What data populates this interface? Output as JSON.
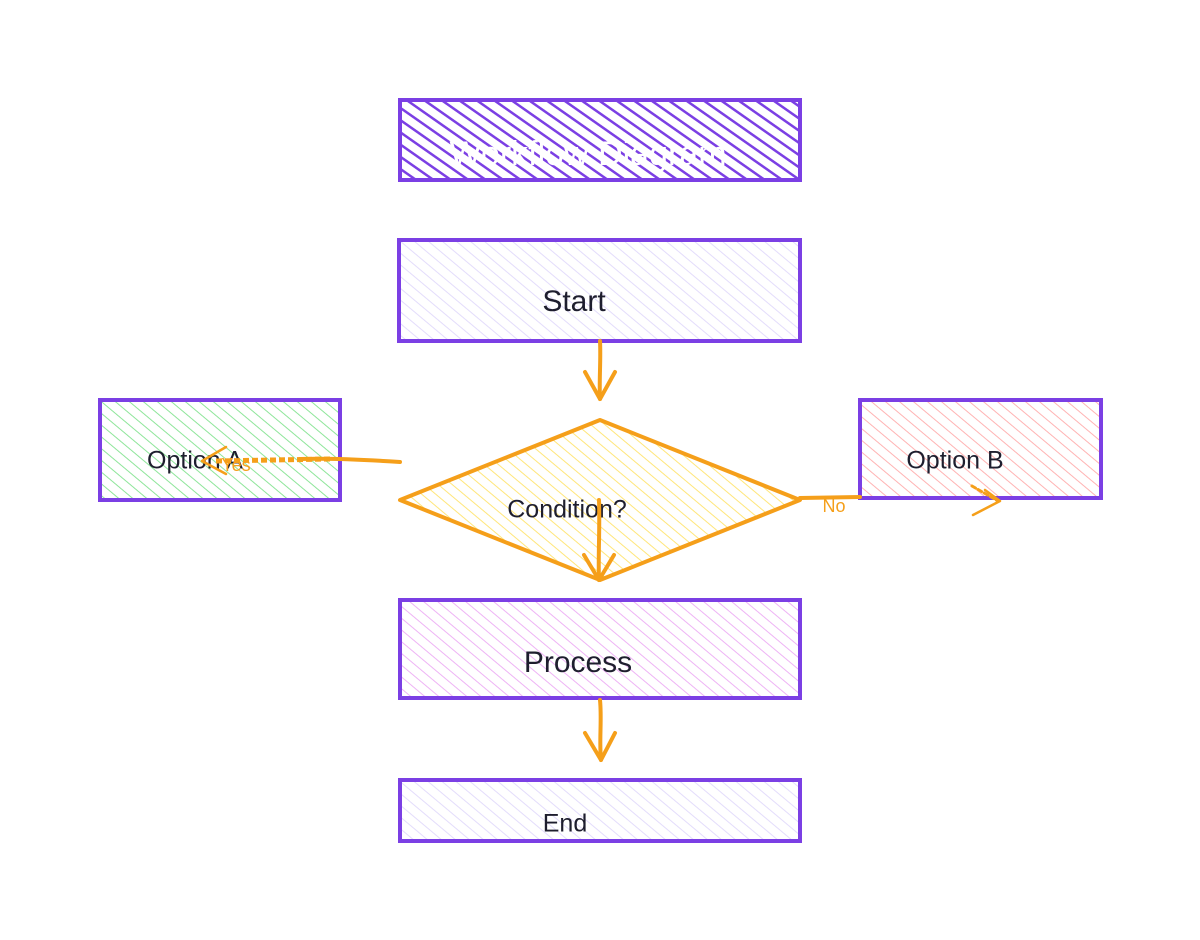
{
  "diagram": {
    "title": "Workflow Diagram",
    "nodes": {
      "start": {
        "label": "Start"
      },
      "condition": {
        "label": "Condition?"
      },
      "option_a": {
        "label": "Option A"
      },
      "option_b": {
        "label": "Option B"
      },
      "process": {
        "label": "Process"
      },
      "end": {
        "label": "End"
      }
    },
    "edges": {
      "yes_label": "Yes",
      "no_label": "No"
    },
    "colors": {
      "border": "#7b3fe4",
      "arrow": "#f59f1a",
      "title_fill": "#7b3fe4",
      "start_fill": "#e3dcfb",
      "condition_fill": "#ffe67a",
      "option_a_fill": "#8ee59a",
      "option_b_fill": "#ffb3b3",
      "process_fill": "#eeb3f5",
      "end_fill": "#e3dcfb"
    }
  }
}
